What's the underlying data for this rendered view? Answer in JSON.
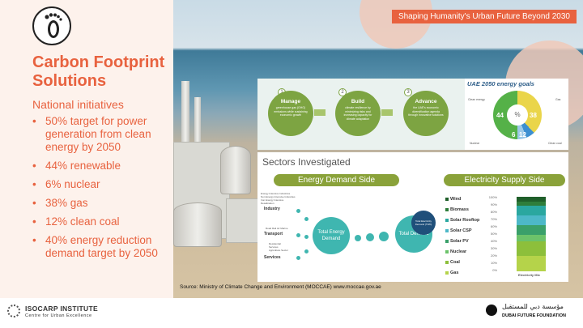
{
  "slide": {
    "title": "Carbon Footprint Solutions",
    "subtitle": "National initiatives",
    "bullets": [
      "50% target for power generation from clean energy by 2050",
      "44% renewable",
      "6% nuclear",
      "38% gas",
      "12% clean coal",
      "40% energy reduction demand target by 2050"
    ],
    "banner": "Shaping Humanity's Urban Future Beyond 2030",
    "source": "Source: Ministry of Climate Change and Environment (MOCCAE) www.moccae.gov.ae",
    "logo_icon": "footprint-icon"
  },
  "steps": [
    {
      "num": "1",
      "title": "Manage",
      "desc": "greenhouse gas (GHG) emissions while sustaining economic growth"
    },
    {
      "num": "2",
      "title": "Build",
      "desc": "climate resilience by minimizing risks and increasing capacity for climate adaptation"
    },
    {
      "num": "3",
      "title": "Advance",
      "desc": "the UAE's economic diversification agenda through innovative solutions"
    }
  ],
  "energy_goals": {
    "title": "UAE 2050 energy goals",
    "center": "%",
    "values": {
      "clean": "44",
      "gas": "38",
      "nuclear": "6",
      "coal": "12"
    },
    "labels": {
      "clean": "Clean energy",
      "gas": "Gas",
      "nuclear": "Nuclear",
      "coal": "Clean coal"
    }
  },
  "sectors": {
    "title": "Sectors Investigated",
    "demand_label": "Energy Demand Side",
    "supply_label": "Electricity Supply Side",
    "industry": "Industry",
    "transport": "Transport",
    "services": "Services",
    "industry_sub": "Energy Intensive Industries\nNon Energy Intensive Industries\nIron Energy Intensive\nDesalination",
    "transport_sub": "Road  Rail  Air  Marine",
    "services_sub": "Residential\nServices\nAgriculture Sector",
    "total_energy_demand": "Total Energy Demand",
    "total_demand": "Total Demand",
    "total_elec": "Total Electricity Demand (TWh)",
    "legend": [
      "Wind",
      "Biomass",
      "Solar Rooftop",
      "Solar CSP",
      "Solar PV",
      "Nuclear",
      "Coal",
      "Gas"
    ],
    "legend_colors": [
      "#1f5f2a",
      "#2e7d3a",
      "#2aa7a0",
      "#4db8c8",
      "#3aa06a",
      "#6cc36a",
      "#8dbf3b",
      "#b5d34a"
    ],
    "yticks": [
      "100%",
      "90%",
      "80%",
      "70%",
      "60%",
      "50%",
      "40%",
      "30%",
      "20%",
      "10%",
      "0%"
    ],
    "xlabel": "Electricity Mix"
  },
  "footer": {
    "iso_name": "ISOCARP INSTITUTE",
    "iso_sub": "Centre for Urban Excellence",
    "dff_ar": "مؤسسة دبي للمستقبل",
    "dff_en": "DUBAI FUTURE FOUNDATION"
  },
  "colors": {
    "accent": "#e8623f",
    "green": "#7da442",
    "teal": "#3fb6b0"
  }
}
